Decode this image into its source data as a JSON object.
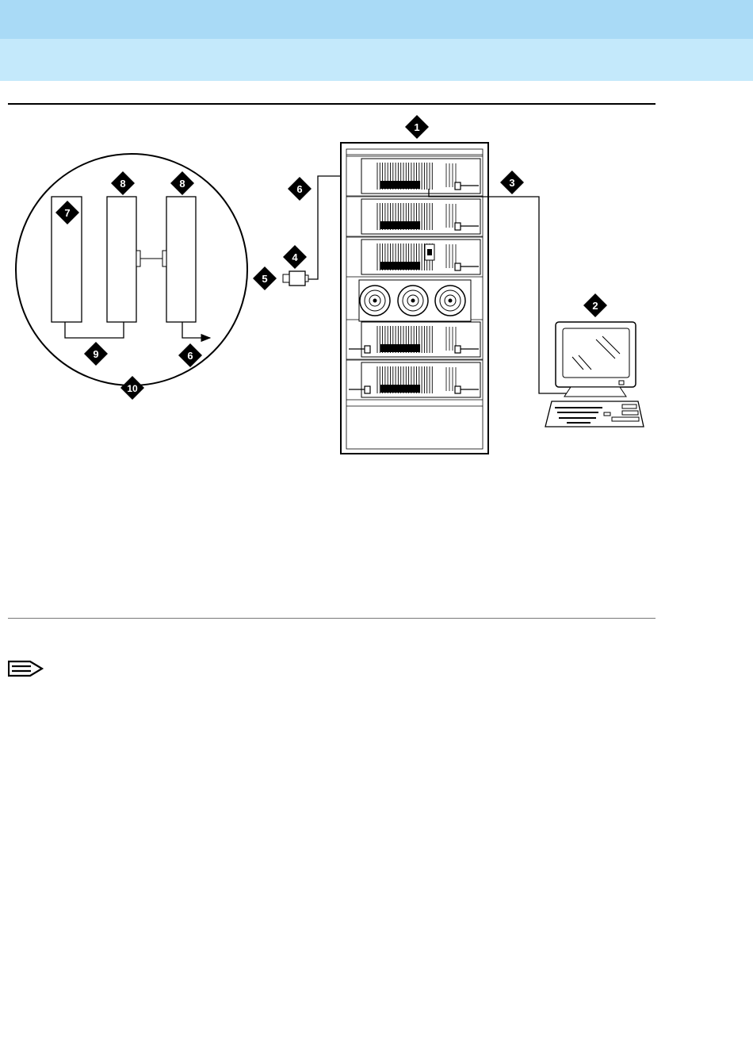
{
  "header": {
    "band_top_color": "#a9daf6",
    "band_bottom_color": "#c4e9fb"
  },
  "figure": {
    "callouts": {
      "c1": "1",
      "c2": "2",
      "c3": "3",
      "c4": "4",
      "c5": "5",
      "c6a": "6",
      "c6b": "6",
      "c7": "7",
      "c8a": "8",
      "c8b": "8",
      "c9": "9",
      "c10": "10"
    },
    "icons": [
      "cabinet-icon",
      "terminal-icon",
      "fan-icon",
      "connector-icon",
      "circuit-pack-icon"
    ]
  },
  "note": {
    "icon": "note-pencil-icon"
  }
}
